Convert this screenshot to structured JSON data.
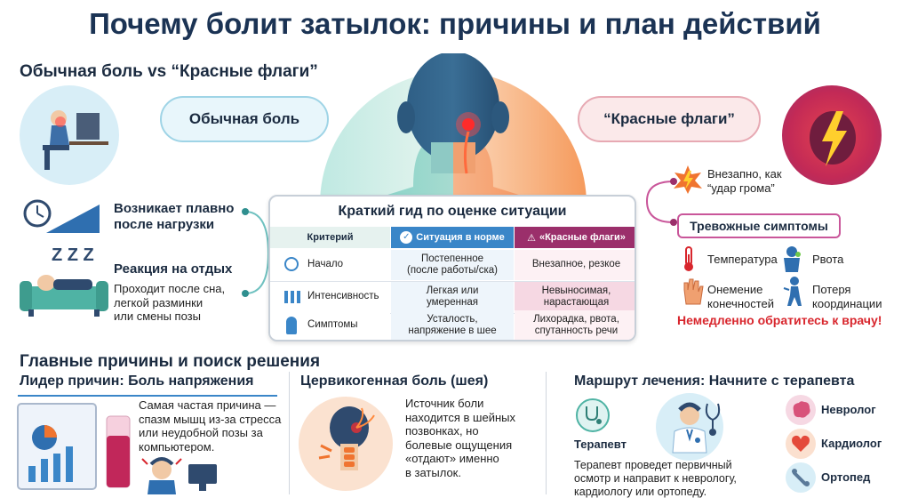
{
  "title": "Почему болит затылок: причины и план действий",
  "comparison": {
    "heading": "Обычная боль vs “Красные флаги”",
    "normal_pill": "Обычная боль",
    "red_pill": "“Красные флаги”"
  },
  "normal": {
    "item1": {
      "line1": "Возникает плавно",
      "line2": "после нагрузки"
    },
    "item2": {
      "title": "Реакция на отдых",
      "line1": "Проходит после сна,",
      "line2": "легкой разминки",
      "line3": "или смены позы"
    },
    "sleep_glyph": "Z Z Z"
  },
  "guide": {
    "title": "Краткий гид по оценке ситуации",
    "headers": {
      "criterion": "Критерий",
      "normal": "Ситуация в норме",
      "red": "«Красные флаги»"
    },
    "rows": [
      {
        "criterion": "Начало",
        "normal_1": "Постепенное",
        "normal_2": "(после работы/ска)",
        "red_1": "Внезапное, резкое",
        "red_2": ""
      },
      {
        "criterion": "Интенсивность",
        "normal_1": "Легкая или",
        "normal_2": "умеренная",
        "red_1": "Невыносимая,",
        "red_2": "нарастающая"
      },
      {
        "criterion": "Симптомы",
        "normal_1": "Усталость,",
        "normal_2": "напряжение в шее",
        "red_1": "Лихорадка, рвота,",
        "red_2": "спутанность речи"
      }
    ]
  },
  "red_flags": {
    "sudden_1": "Внезапно, как",
    "sudden_2": "“удар грома”",
    "alarm_title": "Тревожные симптомы",
    "symptoms": {
      "temp": "Температура",
      "vomit": "Рвота",
      "numb_1": "Онемение",
      "numb_2": "конечностей",
      "coord_1": "Потеря",
      "coord_2": "координации"
    },
    "warning": "Немедленно обратитесь к врачу!"
  },
  "causes": {
    "heading": "Главные причины и поиск решения",
    "tension": {
      "title": "Лидер причин: Боль напряжения",
      "line1": "Самая частая причина —",
      "line2": "спазм мышц из-за стресса",
      "line3": "или неудобной позы за",
      "line4": "компьютером."
    },
    "cervical": {
      "title": "Цервикогенная боль (шея)",
      "line1": "Источник боли",
      "line2": "находится в шейных",
      "line3": "позвонках, но",
      "line4": "болевые ощущения",
      "line5": "«отдают» именно",
      "line6": "в затылок."
    },
    "route": {
      "title": "Маршрут лечения: Начните с терапевта",
      "therapist": "Терапевт",
      "desc1": "Терапевт проведет первичный",
      "desc2": "осмотр и направит к неврологу,",
      "desc3": "кардиологу или ортопеду.",
      "specialists": {
        "neuro": "Невролог",
        "cardio": "Кардиолог",
        "ortho": "Ортопед"
      }
    }
  },
  "colors": {
    "navy": "#1b3354",
    "teal": "#bfe9e2",
    "orange": "#f59a5c",
    "blue": "#3a86c8",
    "magenta": "#9b2f6b",
    "red": "#d8262d"
  }
}
